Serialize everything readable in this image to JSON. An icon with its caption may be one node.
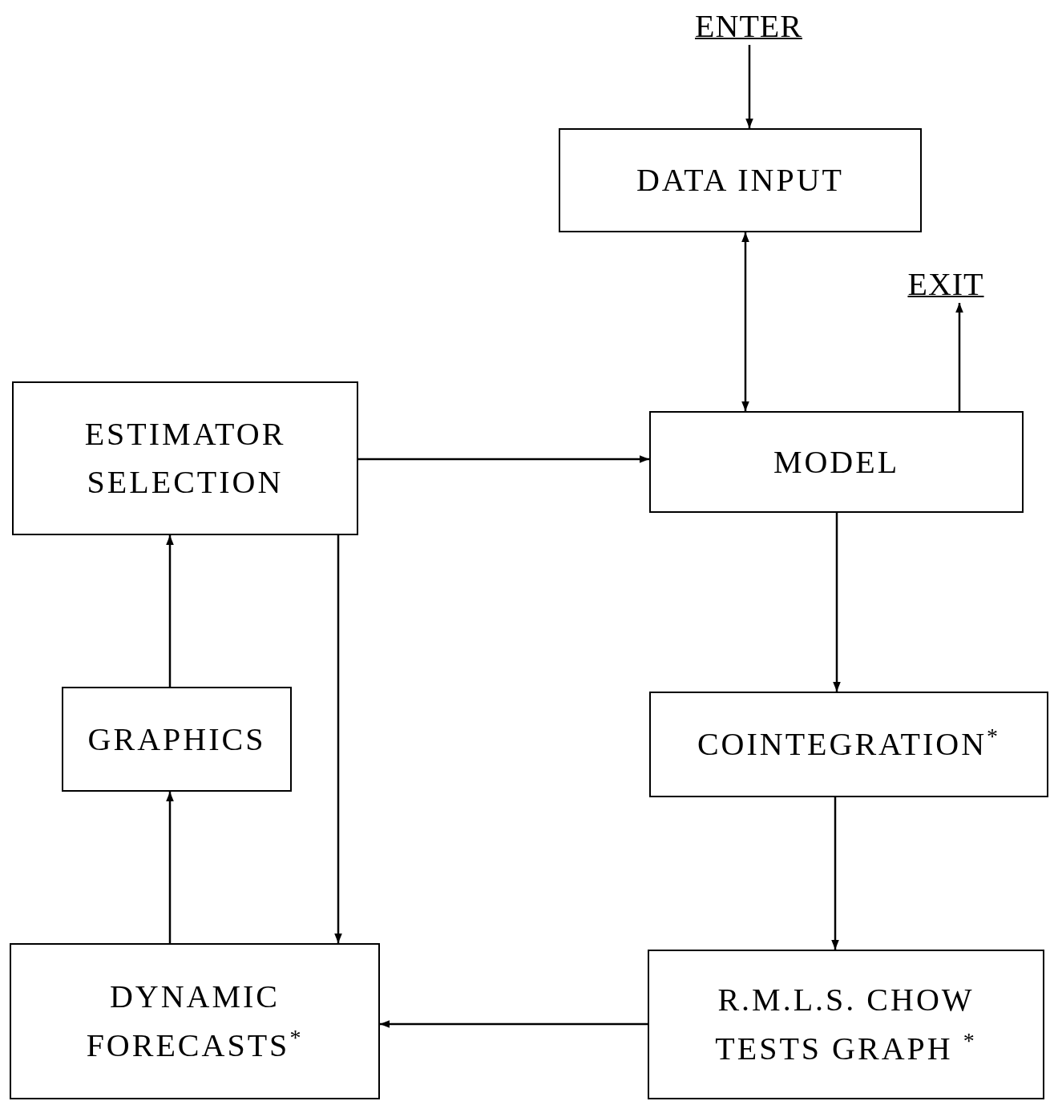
{
  "diagram": {
    "nodes": [
      {
        "text": [
          "ENTER"
        ]
      },
      {
        "text": [
          "DATA INPUT"
        ]
      },
      {
        "text": [
          "EXIT"
        ]
      },
      {
        "text": [
          "ESTIMATOR SELECTION"
        ]
      },
      {
        "text": [
          "MODEL"
        ]
      },
      {
        "text": [
          "GRAPHICS"
        ]
      },
      {
        "text": [
          "COINTEGRATION$^{*}$"
        ]
      },
      {
        "text": [
          "DYNAMIC FORECASTS$^{*}$"
        ]
      },
      {
        "text": [
          "R.M.L.S. CHOW TESTS GRAPH $^{*}$"
        ]
      }
    ],
    "edges": [
      {
        "from": 0,
        "to": 1,
        "arrow": "to"
      },
      {
        "from": 1,
        "to": 4,
        "arrow": "both"
      },
      {
        "from": 4,
        "to": 2,
        "arrow": "to"
      },
      {
        "from": 3,
        "to": 4,
        "arrow": "to"
      },
      {
        "from": 4,
        "to": 6,
        "arrow": "to"
      },
      {
        "from": 6,
        "to": 8,
        "arrow": "to"
      },
      {
        "from": 8,
        "to": 7,
        "arrow": "to"
      },
      {
        "from": 7,
        "to": 5,
        "arrow": "to"
      },
      {
        "from": 5,
        "to": 3,
        "arrow": "to"
      },
      {
        "from": 3,
        "to": 7,
        "arrow": "to"
      }
    ]
  }
}
